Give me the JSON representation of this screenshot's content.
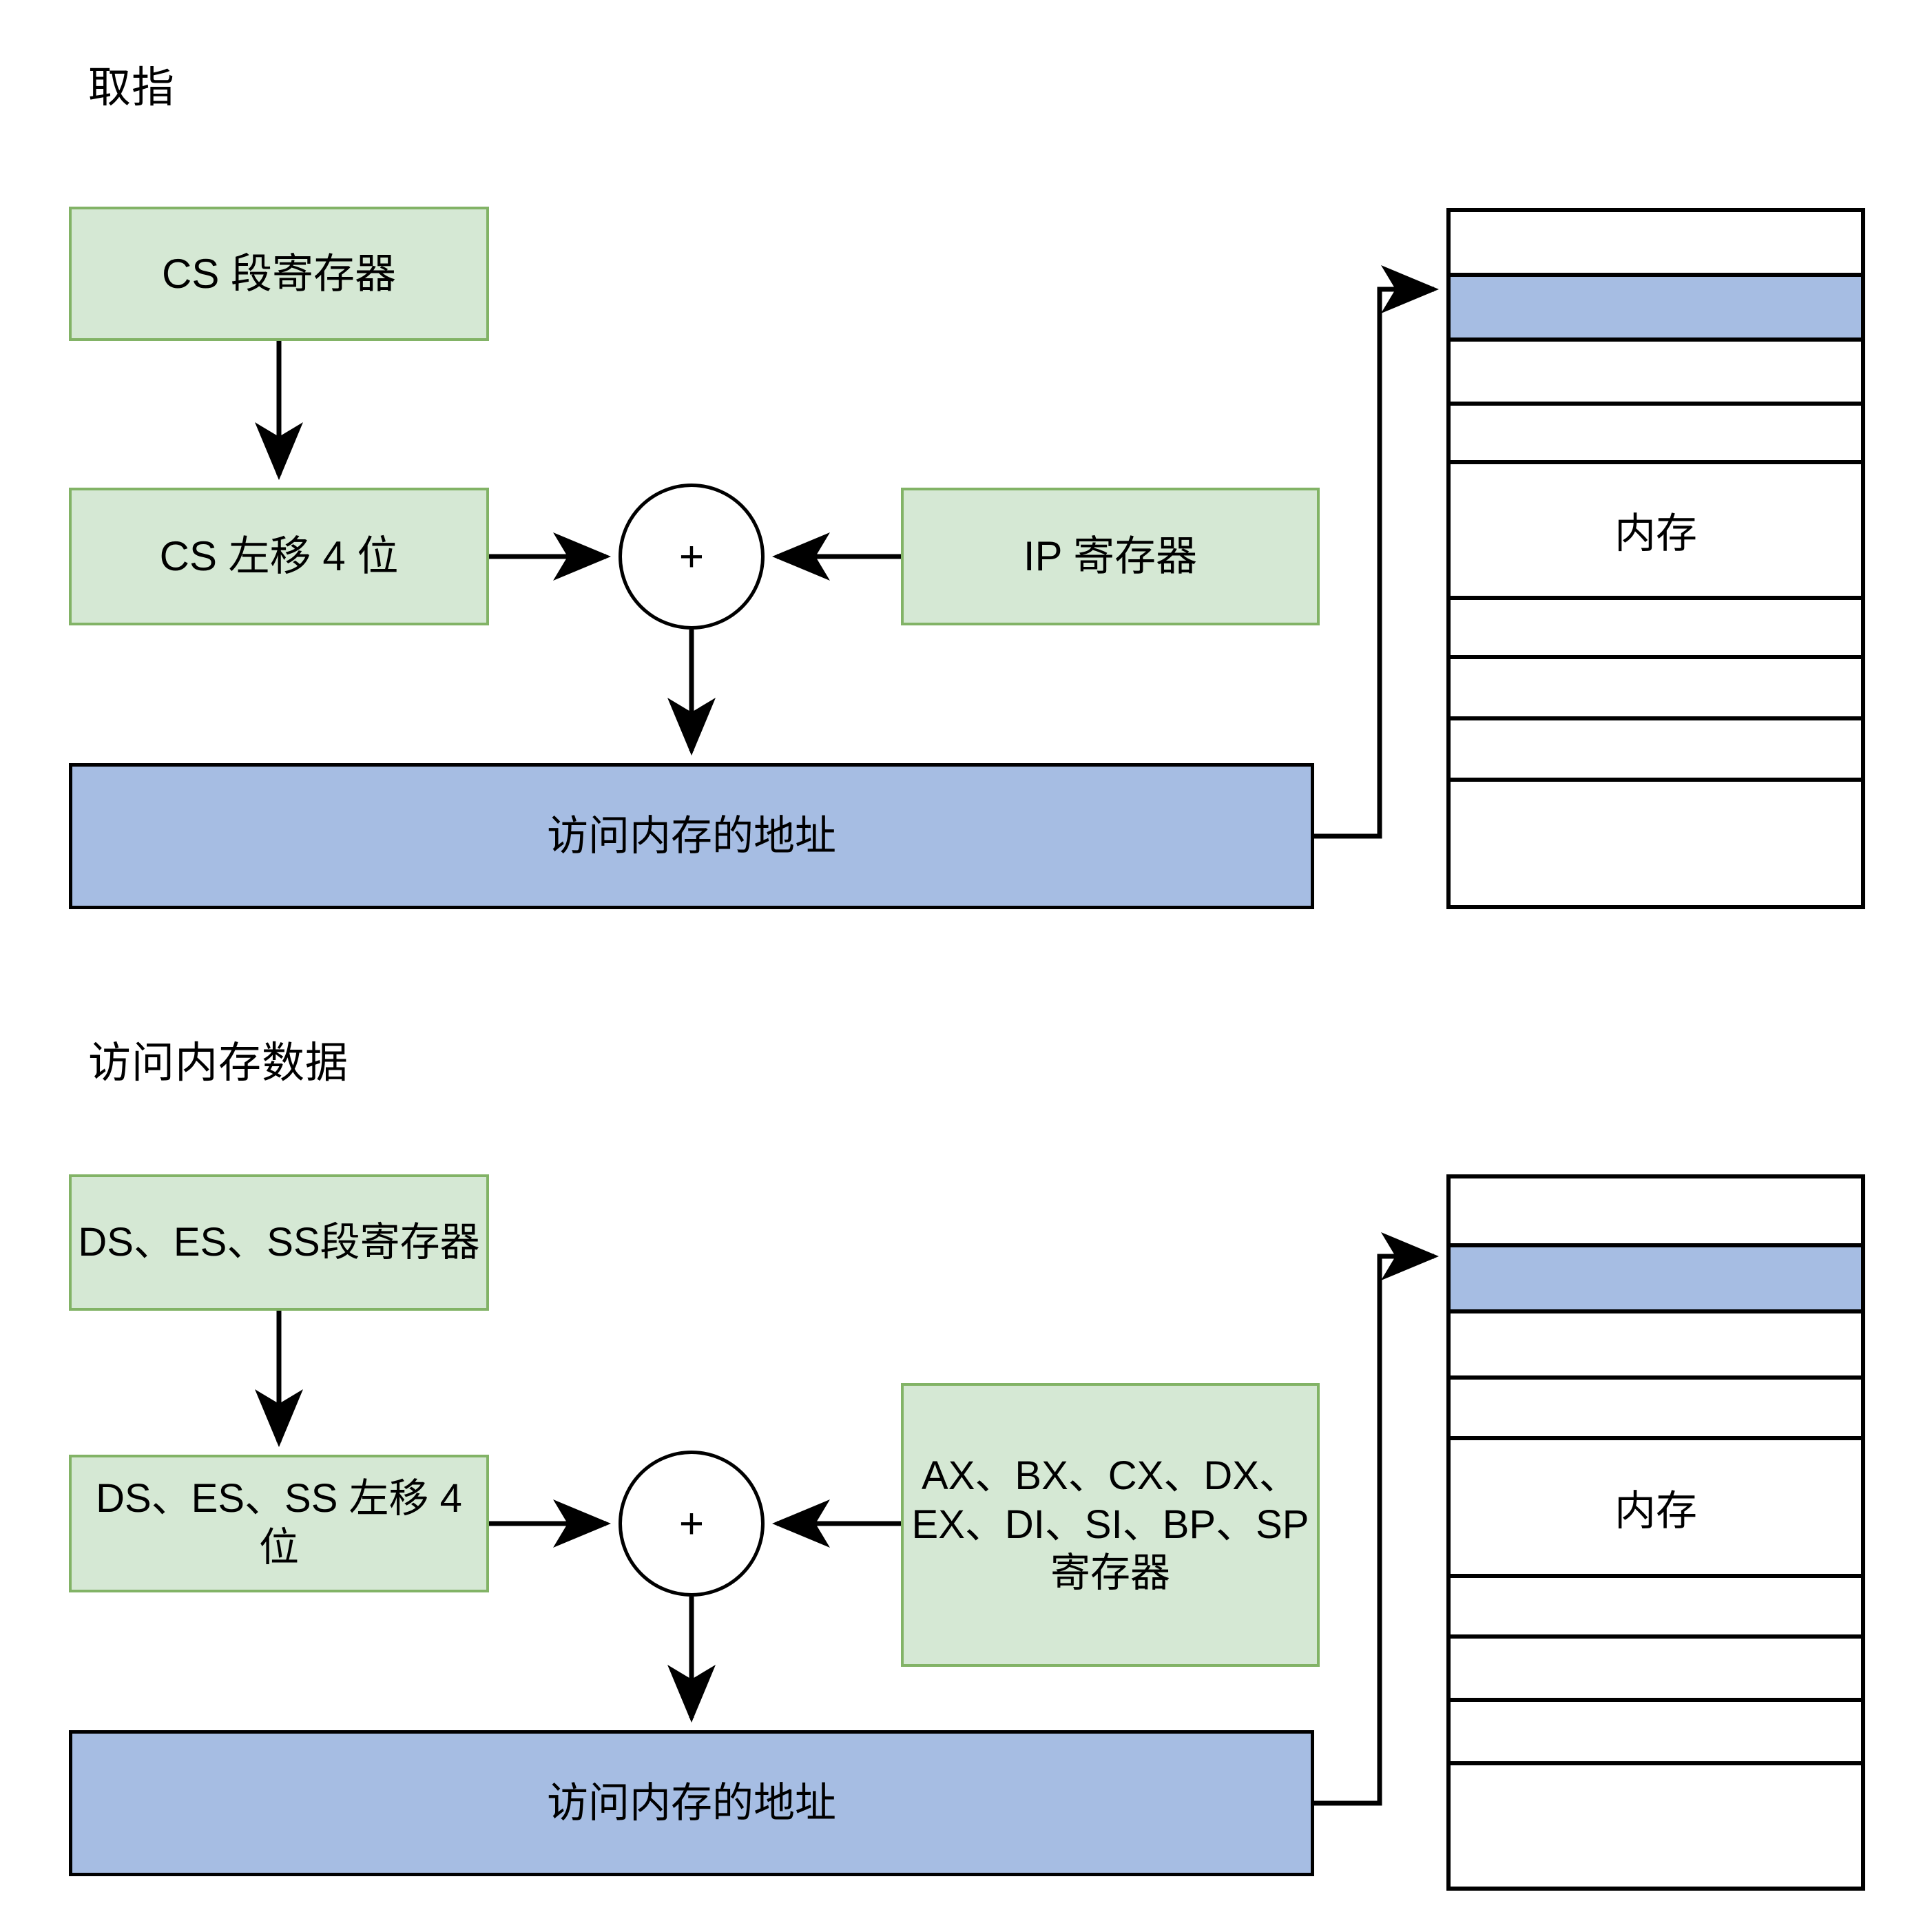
{
  "diagram": {
    "background": "#ffffff",
    "colors": {
      "green_fill": "#d5e8d4",
      "green_stroke": "#82b366",
      "blue_fill": "#a6bde3",
      "stroke": "#000000"
    },
    "sections": [
      {
        "title": "取指",
        "segment_register": "CS 段寄存器",
        "shifted_register": "CS 左移 4 位",
        "offset_register": "IP 寄存器",
        "adder_symbol": "+",
        "address_bar": "访问内存的地址",
        "memory_label": "内存",
        "memory_rows": 9,
        "memory_highlight_row_index": 1
      },
      {
        "title": "访问内存数据",
        "segment_register": "DS、ES、SS段寄存器",
        "shifted_register": "DS、ES、SS 左移 4 位",
        "offset_register": "AX、BX、CX、DX、EX、DI、SI、BP、SP 寄存器",
        "adder_symbol": "+",
        "address_bar": "访问内存的地址",
        "memory_label": "内存",
        "memory_rows": 9,
        "memory_highlight_row_index": 1
      }
    ]
  }
}
